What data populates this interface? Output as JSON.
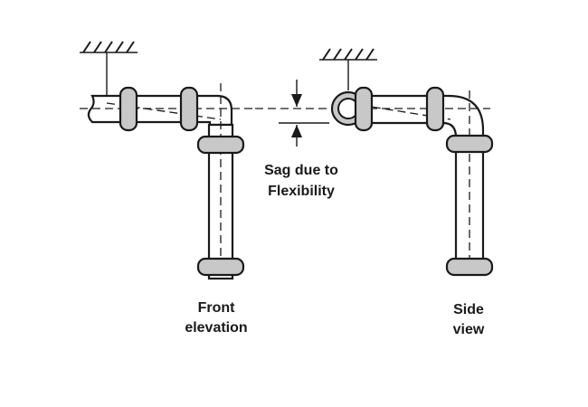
{
  "labels": {
    "sag_line1": "Sag due to",
    "sag_line2": "Flexibility",
    "front_line1": "Front",
    "front_line2": "elevation",
    "side_line1": "Side",
    "side_line2": "view"
  }
}
